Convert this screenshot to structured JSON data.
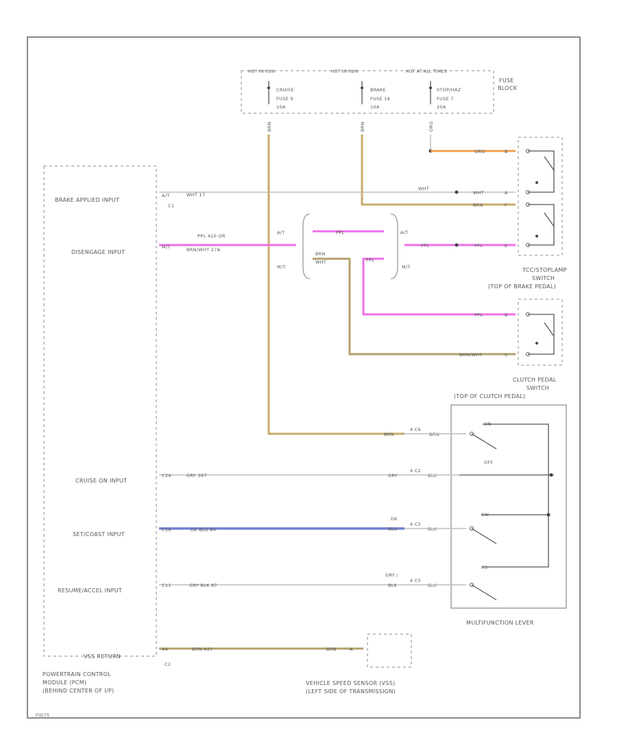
{
  "fuse_block": {
    "label_line1": "FUSE",
    "label_line2": "BLOCK",
    "hot_labels": [
      "HOT IN RUN",
      "HOT IN RUN",
      "HOT AT ALL TIMES"
    ],
    "fuses": [
      {
        "line1": "CRUISE",
        "line2": "FUSE 9",
        "line3": "10A"
      },
      {
        "line1": "BRAKE",
        "line2": "FUSE 18",
        "line3": "10A"
      },
      {
        "line1": "STOP/HAZ",
        "line2": "FUSE 7",
        "line3": "20A"
      }
    ],
    "fuse_wire_labels": [
      "BRN",
      "BRN",
      "ORG"
    ]
  },
  "pcm": {
    "label_line1": "POWERTRAIN CONTROL",
    "label_line2": "MODULE (PCM)",
    "label_line3": "(BEHIND CENTER OF I/P)",
    "connector_c1": "C1",
    "connector_c2": "C2",
    "inputs": [
      {
        "label": "BRAKE APPLIED INPUT",
        "pin": "A/T",
        "wire": "WHT  17"
      },
      {
        "label": "DISENGAGE INPUT",
        "pin": "M/T",
        "wire_line1": "PPL  420   OR",
        "wire_line2": "BRN/WHT   27A"
      },
      {
        "label": "CRUISE ON INPUT",
        "pin": "C24",
        "wire": "GRY  397"
      },
      {
        "label": "SET/COAST INPUT",
        "pin": "C16",
        "wire": "DK BLU    84"
      },
      {
        "label": "RESUME/ACCEL INPUT",
        "pin": "C11",
        "wire": "GRY BLK    87"
      },
      {
        "label": "VSS RETURN",
        "pin": "A4",
        "wire": "BRN    437"
      }
    ]
  },
  "at_mt_splice": {
    "at_label": "A/T",
    "mt_label": "M/T",
    "at_label_right": "A/T",
    "mt_label_right": "M/T",
    "pink_label": "PPL",
    "brn_label_line1": "BRN",
    "brn_label_line2": "WHT",
    "pink_label2": "PPL"
  },
  "stoplamp_switch": {
    "label_line1": "TCC/STOPLAMP",
    "label_line2": "SWITCH",
    "label_line3": "(TOP OF BRAKE PEDAL)",
    "pins": [
      {
        "pin": "B",
        "wire": "ORG"
      },
      {
        "pin": "A",
        "wire": "WHT",
        "wire2": "WHT"
      },
      {
        "pin": "F",
        "wire": "BRN"
      },
      {
        "pin": "E",
        "wire": "PPL",
        "wire2": "PPL"
      }
    ]
  },
  "clutch_switch": {
    "label_line1": "CLUTCH PEDAL",
    "label_line2": "SWITCH",
    "label_line3": "(TOP OF CLUTCH PEDAL)",
    "pins": [
      {
        "pin": "B",
        "wire": "PPL"
      },
      {
        "pin": "C",
        "wire": "BRN/WHT"
      }
    ]
  },
  "multifunction_lever": {
    "label": "MULTIFUNCTION LEVER",
    "positions": [
      "ON",
      "OFF",
      "SW",
      "RS"
    ],
    "wires": [
      {
        "left": "BRN",
        "pin": "4 C6",
        "right": "BRN"
      },
      {
        "left": "GRY",
        "pin": "4 C2",
        "right": "BLK"
      },
      {
        "left_line1": "DK",
        "left_line2": "BLU",
        "pin": "4 C5",
        "right": "BLK"
      },
      {
        "left_line1": "GRY /",
        "left_line2": "BLK",
        "pin": "4 C5",
        "right": "BLK"
      }
    ]
  },
  "vss": {
    "label_line1": "VEHICLE SPEED SENSOR (VSS)",
    "label_line2": "(LEFT SIDE OF TRANSMISSION)",
    "wire": "BRN",
    "pin": "A"
  },
  "footer": {
    "code": "FIG75"
  },
  "colors": {
    "frame": "#888888",
    "wire_tan": "#c8a96a",
    "wire_pink": "#ee6ee8",
    "wire_orange": "#f0a050",
    "wire_blue": "#7080d0",
    "wire_gray": "#bdbdbd"
  }
}
